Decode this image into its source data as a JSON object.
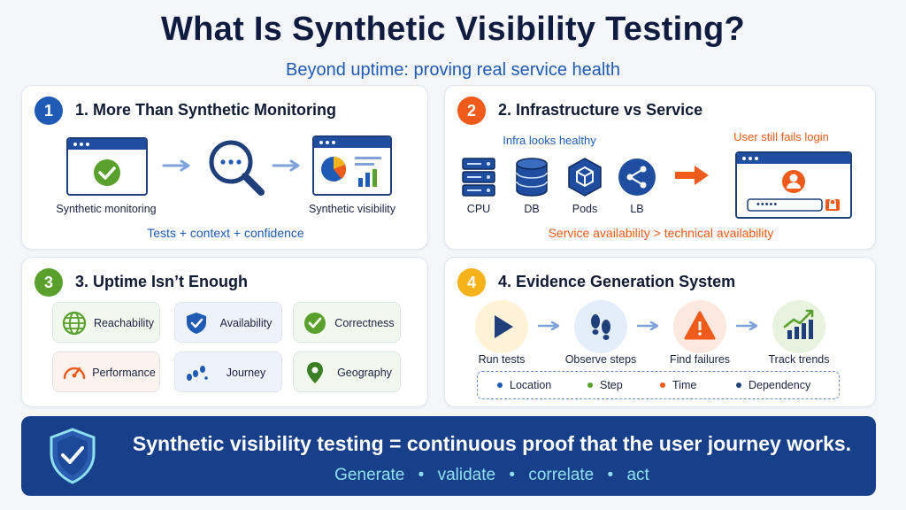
{
  "header": {
    "title": "What Is Synthetic Visibility Testing?",
    "subtitle": "Beyond uptime: proving real service health"
  },
  "colors": {
    "blue": "#1f5bb5",
    "orange": "#f05a1a",
    "green": "#5aa02c",
    "yellow": "#f5b21b",
    "navy": "#173f8a"
  },
  "sections": {
    "s1": {
      "number": "1",
      "title": "1. More Than Synthetic Monitoring",
      "left_label": "Synthetic monitoring",
      "right_label": "Synthetic visibility",
      "caption": "Tests + context + confidence"
    },
    "s2": {
      "number": "2",
      "title": "2. Infrastructure vs Service",
      "infra_text": "Infra looks healthy",
      "user_text": "User still fails login",
      "items": [
        "CPU",
        "DB",
        "Pods",
        "LB"
      ],
      "password_mask": "•••••",
      "caption": "Service availability > technical availability"
    },
    "s3": {
      "number": "3",
      "title": "3. Uptime Isn’t Enough",
      "pills": [
        {
          "label": "Reachability",
          "icon": "globe-icon"
        },
        {
          "label": "Availability",
          "icon": "shield-check-icon"
        },
        {
          "label": "Correctness",
          "icon": "check-circle-icon"
        },
        {
          "label": "Performance",
          "icon": "gauge-icon"
        },
        {
          "label": "Journey",
          "icon": "footsteps-icon"
        },
        {
          "label": "Geography",
          "icon": "map-pin-icon"
        }
      ]
    },
    "s4": {
      "number": "4",
      "title": "4. Evidence Generation System",
      "steps": [
        {
          "label": "Run tests",
          "icon": "play-icon"
        },
        {
          "label": "Observe steps",
          "icon": "footprints-icon"
        },
        {
          "label": "Find failures",
          "icon": "warning-icon"
        },
        {
          "label": "Track trends",
          "icon": "trend-chart-icon"
        }
      ],
      "legend": [
        "Location",
        "Step",
        "Time",
        "Dependency"
      ]
    }
  },
  "banner": {
    "main": "Synthetic visibility testing = continuous proof that the user journey works.",
    "sub": [
      "Generate",
      "validate",
      "correlate",
      "act"
    ],
    "separator": "•"
  }
}
